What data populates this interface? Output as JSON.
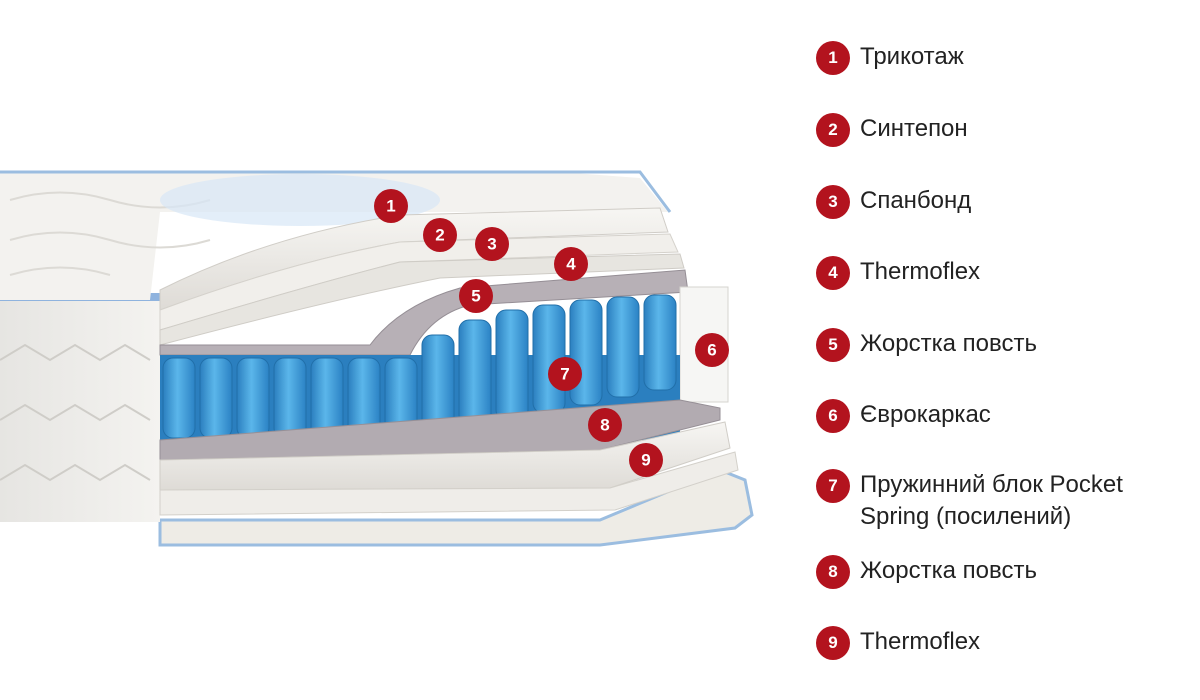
{
  "colors": {
    "accent": "#b3131e",
    "spring": "#3c9ed8",
    "felt": "#a89fa8",
    "foam": "#eceae6",
    "text": "#222222"
  },
  "diagram_markers": [
    "1",
    "2",
    "3",
    "4",
    "5",
    "6",
    "7",
    "8",
    "9"
  ],
  "legend": [
    {
      "num": "1",
      "label": "Трикотаж"
    },
    {
      "num": "2",
      "label": "Синтепон"
    },
    {
      "num": "3",
      "label": "Спанбонд"
    },
    {
      "num": "4",
      "label": "Thermoflex"
    },
    {
      "num": "5",
      "label": "Жорстка повсть"
    },
    {
      "num": "6",
      "label": "Єврокаркас"
    },
    {
      "num": "7",
      "label": "Пружинний блок Pocket Spring (посилений)"
    },
    {
      "num": "8",
      "label": "Жорстка повсть"
    },
    {
      "num": "9",
      "label": "Thermoflex"
    }
  ]
}
